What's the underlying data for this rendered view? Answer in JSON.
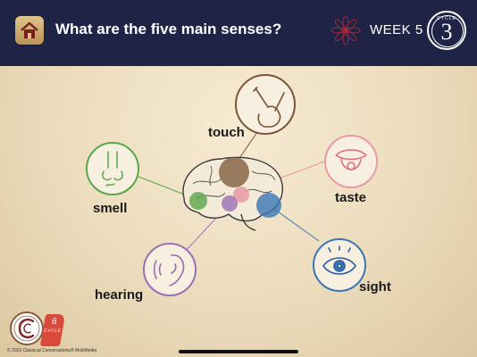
{
  "header": {
    "question": "What are the five main senses?",
    "week_label": "WEEK 5",
    "cycle_word": "CYCLE",
    "cycle_number": "3",
    "home_icon": "house-icon",
    "mandala_icon": "mandala-icon"
  },
  "senses": {
    "touch": "touch",
    "taste": "taste",
    "smell": "smell",
    "hearing": "hearing",
    "sight": "sight"
  },
  "footer": {
    "cycle_tag_number": "6",
    "cycle_tag_word": "CYCLE",
    "copyright": "© 2023 Classical Conversations® MultiMedia"
  },
  "colors": {
    "header_bg": "#1f2447",
    "touch": "#7a5436",
    "taste": "#e89aa4",
    "smell": "#5aa64a",
    "hearing": "#9b6fb5",
    "sight": "#3a76b5",
    "accent": "#d94a3c"
  }
}
